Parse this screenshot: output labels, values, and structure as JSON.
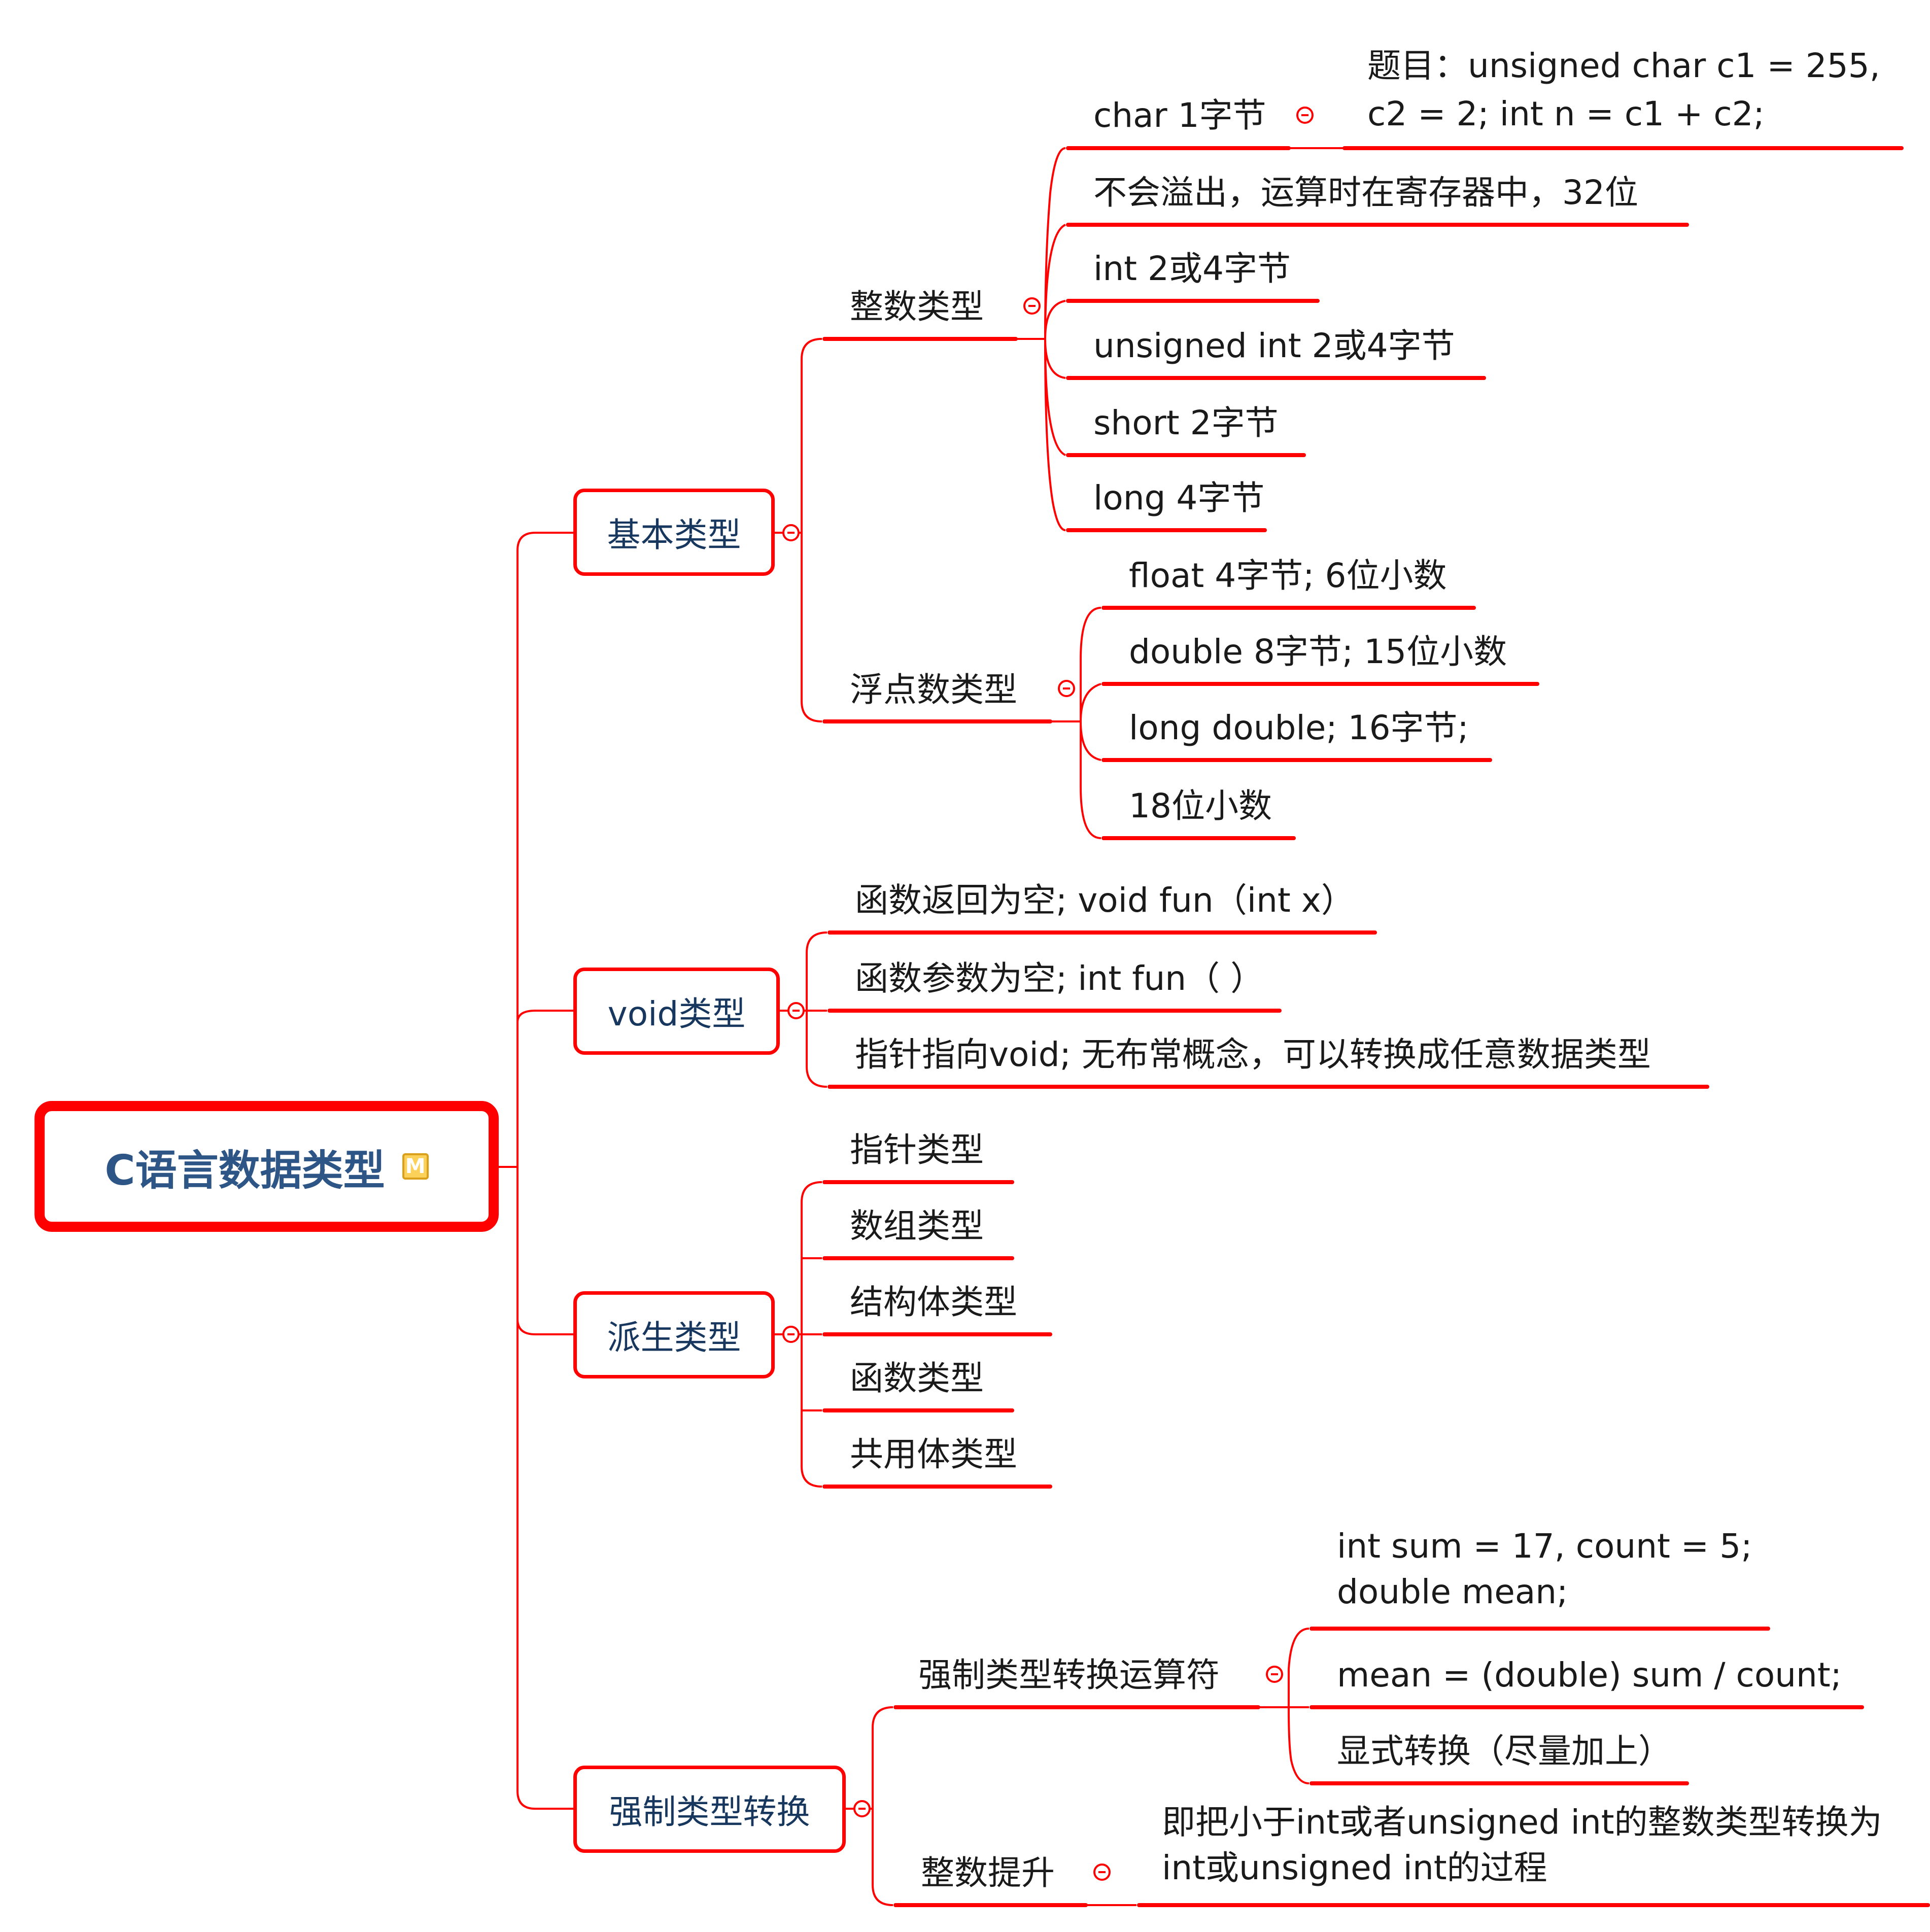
{
  "root": {
    "label": "C语言数据类型",
    "marker_icon": "M"
  },
  "colors": {
    "line": "#ff0000",
    "root_text": "#2d5585",
    "branch_text": "#17375e",
    "leaf_text": "#1a1a1a",
    "marker": "#fbd15a"
  },
  "branches": {
    "basic": {
      "label": "基本类型",
      "integer": {
        "label": "整数类型",
        "char": {
          "label": "char 1字节",
          "note": [
            "题目：unsigned char c1 = 255,",
            "c2 = 2;   int n = c1 + c2;"
          ]
        },
        "items": [
          "不会溢出，运算时在寄存器中，32位",
          "int 2或4字节",
          "unsigned int 2或4字节",
          "short 2字节",
          "long 4字节"
        ]
      },
      "float": {
        "label": "浮点数类型",
        "items": [
          "float 4字节; 6位小数",
          "double 8字节; 15位小数",
          "long double; 16字节;",
          "18位小数"
        ]
      }
    },
    "void": {
      "label": "void类型",
      "items": [
        "函数返回为空; void fun（int x）",
        "函数参数为空; int fun（ ）",
        "指针指向void; 无布常概念，可以转换成任意数据类型"
      ]
    },
    "derived": {
      "label": "派生类型",
      "items": [
        "指针类型",
        "数组类型",
        "结构体类型",
        "函数类型",
        "共用体类型"
      ]
    },
    "cast": {
      "label": "强制类型转换",
      "operator": {
        "label": "强制类型转换运算符",
        "items": [
          [
            "int sum = 17, count = 5;",
            "double mean;"
          ],
          [
            "mean = (double) sum / count;"
          ],
          [
            "显式转换（尽量加上）"
          ]
        ]
      },
      "promotion": {
        "label": "整数提升",
        "note": [
          "即把小于int或者unsigned int的整数类型转换为",
          "int或unsigned int的过程"
        ]
      }
    }
  }
}
